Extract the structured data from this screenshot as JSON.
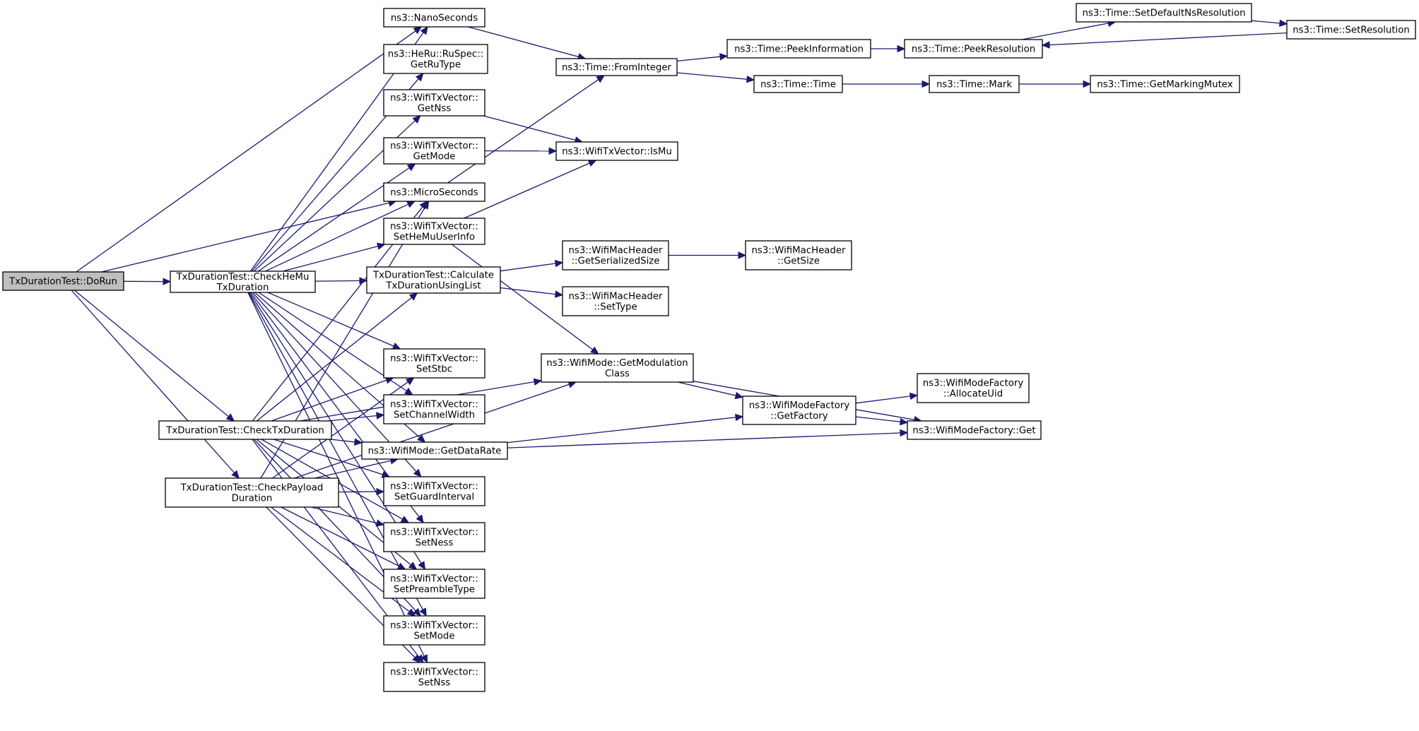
{
  "diagram": {
    "edge_color": "#191970",
    "root_fill": "#bfbfbf",
    "nodes": {
      "dorun": [
        "TxDurationTest::DoRun"
      ],
      "checkhemu": [
        "TxDurationTest::CheckHeMu",
        "TxDuration"
      ],
      "checktx": [
        "TxDurationTest::CheckTxDuration"
      ],
      "checkpayload": [
        "TxDurationTest::CheckPayload",
        "Duration"
      ],
      "calclist": [
        "TxDurationTest::Calculate",
        "TxDurationUsingList"
      ],
      "nanoseconds": [
        "ns3::NanoSeconds"
      ],
      "getrutype": [
        "ns3::HeRu::RuSpec::",
        "GetRuType"
      ],
      "getnss": [
        "ns3::WifiTxVector::",
        "GetNss"
      ],
      "getmode": [
        "ns3::WifiTxVector::",
        "GetMode"
      ],
      "microseconds": [
        "ns3::MicroSeconds"
      ],
      "sethemu": [
        "ns3::WifiTxVector::",
        "SetHeMuUserInfo"
      ],
      "setstbc": [
        "ns3::WifiTxVector::",
        "SetStbc"
      ],
      "setchannel": [
        "ns3::WifiTxVector::",
        "SetChannelWidth"
      ],
      "getdatarate": [
        "ns3::WifiMode::GetDataRate"
      ],
      "setguard": [
        "ns3::WifiTxVector::",
        "SetGuardInterval"
      ],
      "setness": [
        "ns3::WifiTxVector::",
        "SetNess"
      ],
      "setpreamble": [
        "ns3::WifiTxVector::",
        "SetPreambleType"
      ],
      "setmode": [
        "ns3::WifiTxVector::",
        "SetMode"
      ],
      "setnss": [
        "ns3::WifiTxVector::",
        "SetNss"
      ],
      "frominteger": [
        "ns3::Time::FromInteger"
      ],
      "ismu": [
        "ns3::WifiTxVector::IsMu"
      ],
      "getserialized": [
        "ns3::WifiMacHeader",
        "::GetSerializedSize"
      ],
      "settype": [
        "ns3::WifiMacHeader",
        "::SetType"
      ],
      "getmodclass": [
        "ns3::WifiMode::GetModulation",
        "Class"
      ],
      "peekinfo": [
        "ns3::Time::PeekInformation"
      ],
      "time": [
        "ns3::Time::Time"
      ],
      "getsize": [
        "ns3::WifiMacHeader",
        "::GetSize"
      ],
      "getfactory": [
        "ns3::WifiModeFactory",
        "::GetFactory"
      ],
      "peekres": [
        "ns3::Time::PeekResolution"
      ],
      "mark": [
        "ns3::Time::Mark"
      ],
      "allocuid": [
        "ns3::WifiModeFactory",
        "::AllocateUid"
      ],
      "factoryget": [
        "ns3::WifiModeFactory::Get"
      ],
      "setdefault": [
        "ns3::Time::SetDefaultNsResolution"
      ],
      "getmutex": [
        "ns3::Time::GetMarkingMutex"
      ],
      "setres": [
        "ns3::Time::SetResolution"
      ]
    },
    "edges": [
      [
        "dorun",
        "nanoseconds"
      ],
      [
        "dorun",
        "microseconds"
      ],
      [
        "dorun",
        "checkhemu"
      ],
      [
        "dorun",
        "checktx"
      ],
      [
        "dorun",
        "checkpayload"
      ],
      [
        "checkhemu",
        "nanoseconds"
      ],
      [
        "checkhemu",
        "getrutype"
      ],
      [
        "checkhemu",
        "getnss"
      ],
      [
        "checkhemu",
        "getmode"
      ],
      [
        "checkhemu",
        "microseconds"
      ],
      [
        "checkhemu",
        "sethemu"
      ],
      [
        "checkhemu",
        "calclist"
      ],
      [
        "checkhemu",
        "setstbc"
      ],
      [
        "checkhemu",
        "setchannel"
      ],
      [
        "checkhemu",
        "getdatarate"
      ],
      [
        "checkhemu",
        "setguard"
      ],
      [
        "checkhemu",
        "setness"
      ],
      [
        "checkhemu",
        "setpreamble"
      ],
      [
        "checkhemu",
        "setmode"
      ],
      [
        "checkhemu",
        "setnss"
      ],
      [
        "checktx",
        "microseconds"
      ],
      [
        "checktx",
        "calclist"
      ],
      [
        "checktx",
        "getmodclass"
      ],
      [
        "checktx",
        "setstbc"
      ],
      [
        "checktx",
        "setchannel"
      ],
      [
        "checktx",
        "getdatarate"
      ],
      [
        "checktx",
        "setguard"
      ],
      [
        "checktx",
        "setness"
      ],
      [
        "checktx",
        "setpreamble"
      ],
      [
        "checktx",
        "setmode"
      ],
      [
        "checktx",
        "setnss"
      ],
      [
        "checkpayload",
        "microseconds"
      ],
      [
        "checkpayload",
        "setstbc"
      ],
      [
        "checkpayload",
        "getdatarate"
      ],
      [
        "checkpayload",
        "setguard"
      ],
      [
        "checkpayload",
        "setness"
      ],
      [
        "checkpayload",
        "setpreamble"
      ],
      [
        "checkpayload",
        "setmode"
      ],
      [
        "checkpayload",
        "setnss"
      ],
      [
        "checkpayload",
        "getmodclass"
      ],
      [
        "calclist",
        "getserialized"
      ],
      [
        "calclist",
        "settype"
      ],
      [
        "nanoseconds",
        "frominteger"
      ],
      [
        "microseconds",
        "frominteger"
      ],
      [
        "getnss",
        "ismu"
      ],
      [
        "getmode",
        "ismu"
      ],
      [
        "sethemu",
        "ismu"
      ],
      [
        "sethemu",
        "getmodclass"
      ],
      [
        "getdatarate",
        "getfactory"
      ],
      [
        "getdatarate",
        "factoryget"
      ],
      [
        "getmodclass",
        "getfactory"
      ],
      [
        "getmodclass",
        "factoryget"
      ],
      [
        "getfactory",
        "allocuid"
      ],
      [
        "getfactory",
        "factoryget"
      ],
      [
        "getserialized",
        "getsize"
      ],
      [
        "frominteger",
        "peekinfo"
      ],
      [
        "frominteger",
        "time"
      ],
      [
        "peekinfo",
        "peekres"
      ],
      [
        "peekres",
        "setdefault"
      ],
      [
        "setdefault",
        "setres"
      ],
      [
        "setres",
        "peekres"
      ],
      [
        "time",
        "mark"
      ],
      [
        "mark",
        "getmutex"
      ]
    ]
  }
}
